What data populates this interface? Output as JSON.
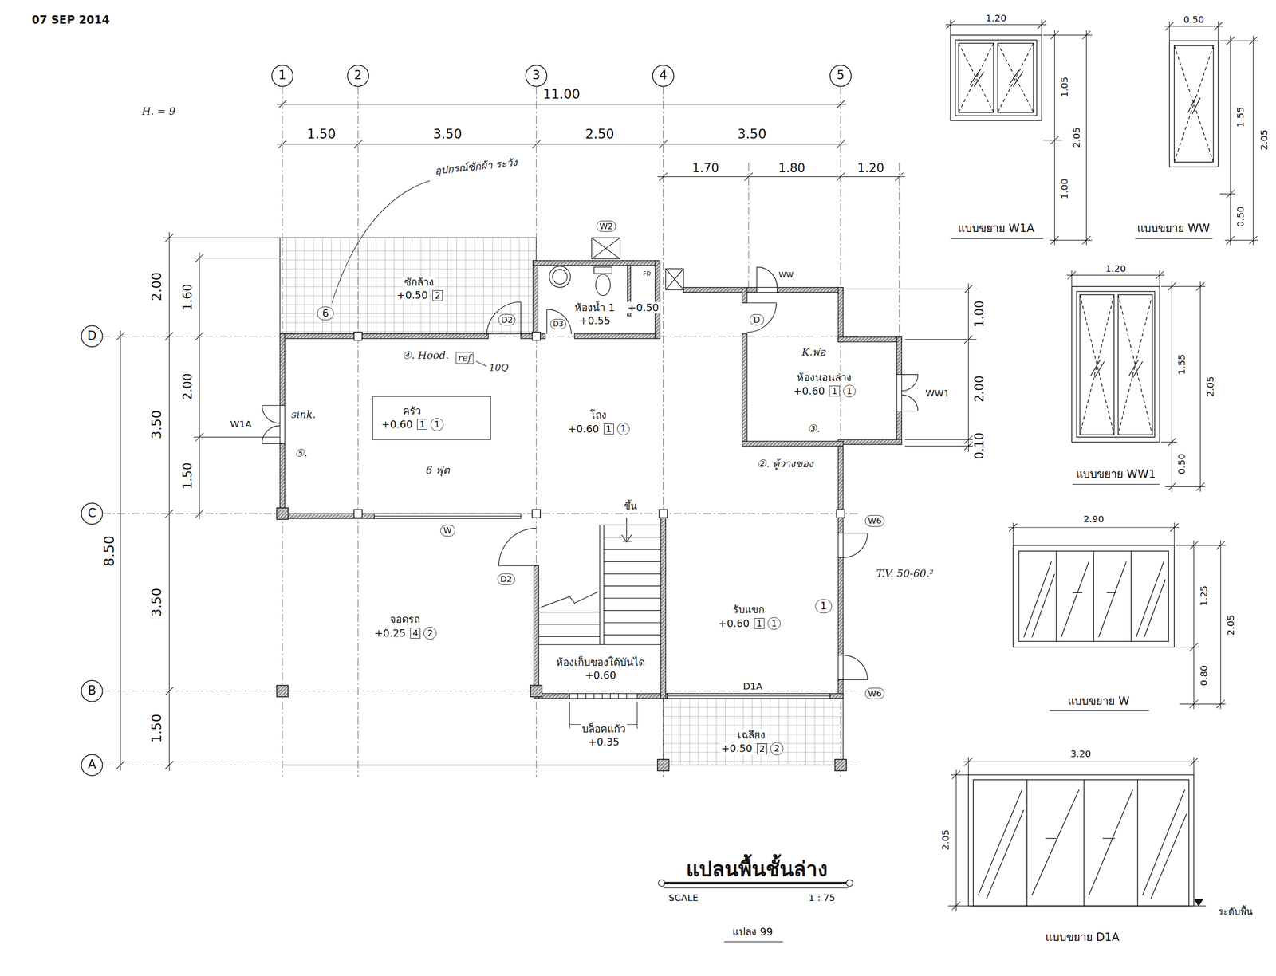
{
  "diagram": {
    "title": "แปลนพื้นชั้นล่าง",
    "nodes": [
      {
        "text": [
          "ซักล้าง",
          "+0.50",
          "2"
        ]
      },
      {
        "text": [
          "ห้องน้ำ 1",
          "+0.55"
        ]
      },
      {
        "text": [
          "+0.50"
        ]
      },
      {
        "text": [
          "ครัว",
          "+0.60",
          "1",
          "1"
        ]
      },
      {
        "text": [
          "โถง",
          "+0.60",
          "1",
          "1"
        ]
      },
      {
        "text": [
          "ห้องนอนล่าง",
          "+0.60",
          "1",
          "1"
        ]
      },
      {
        "text": [
          "รับแขก",
          "+0.60",
          "1",
          "1"
        ]
      },
      {
        "text": [
          "จอดรถ",
          "+0.25",
          "4",
          "2"
        ]
      },
      {
        "text": [
          "ห้องเก็บของใต้บันได",
          "+0.60"
        ]
      },
      {
        "text": [
          "บล็อคแก้ว",
          "+0.35"
        ]
      },
      {
        "text": [
          "เฉลียง",
          "+0.50",
          "2",
          "2"
        ]
      },
      {
        "text": [
          "แบบขยาย W1A"
        ]
      },
      {
        "text": [
          "แบบขยาย WW"
        ]
      },
      {
        "text": [
          "แบบขยาย WW1"
        ]
      },
      {
        "text": [
          "แบบขยาย W"
        ]
      },
      {
        "text": [
          "แบบขยาย D1A"
        ]
      }
    ],
    "labels": [
      "07 SEP 2014",
      "H. = 9",
      "1",
      "2",
      "3",
      "4",
      "5",
      "D",
      "C",
      "B",
      "A",
      "11.00",
      "1.50",
      "3.50",
      "2.50",
      "3.50",
      "1.70",
      "1.80",
      "1.20",
      "2.00",
      "3.50",
      "3.50",
      "1.50",
      "1.60",
      "2.00",
      "1.50",
      "8.50",
      "1.00",
      "2.00",
      "0.10",
      "อุปกรณ์ซักผ้า ระวัง",
      "6",
      "④. Hood.",
      "ref",
      "10Q",
      "sink.",
      "⑤.",
      "6 ฟุต",
      "D2",
      "D3",
      "W2",
      "FD",
      "D",
      "WW",
      "WW1",
      "W1A",
      "W",
      "D2",
      "W6",
      "W6",
      "D1A",
      "K.พ่อ",
      "③.",
      "②. ตู้วางของ",
      "T.V. 50-60.²",
      "1",
      "ขึ้น",
      "SCALE",
      "1 : 75",
      "แปลง 99",
      "1.20",
      "1.05",
      "1.00",
      "2.05",
      "0.50",
      "1.55",
      "0.50",
      "2.05",
      "1.20",
      "1.55",
      "0.50",
      "2.05",
      "2.90",
      "1.25",
      "0.80",
      "2.05",
      "3.20",
      "2.05",
      "ระดับพื้น"
    ]
  }
}
